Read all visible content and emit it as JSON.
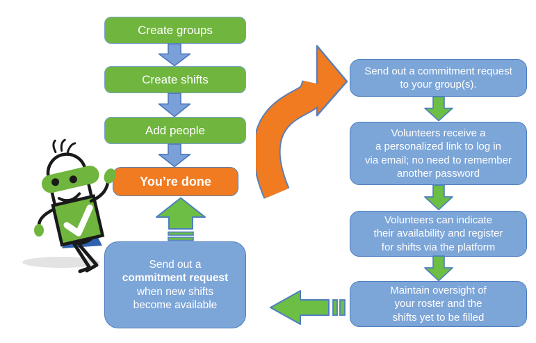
{
  "palette": {
    "green": "#6FB53E",
    "green_border": "#7AA0CC",
    "green_arrow": "#6CBE45",
    "green_arrow_border": "#4D7EBF",
    "blue_box": "#7CA5D8",
    "blue_border": "#4D7EBF",
    "blue_arrow": "#7B9FD8",
    "blue_arrow_border": "#4A78BB",
    "orange": "#F07B21",
    "orange_border": "#5B7FB5",
    "text_white": "#FFFFFF",
    "cape_blue": "#2E62AE",
    "outline_black": "#1A1A1A",
    "shadow_gray": "#D9D9D9"
  },
  "icons": {
    "down_arrow": "block-arrow-down",
    "up_striped_arrow": "block-arrow-up-with-stripes",
    "left_striped_arrow": "block-arrow-left-with-stripes",
    "curved_arrow": "s-curved-block-arrow-right",
    "mascot": "cartoon-character-with-checkmark-body"
  },
  "left_flow": {
    "steps": [
      {
        "label": "Create groups"
      },
      {
        "label": "Create shifts"
      },
      {
        "label": "Add people"
      },
      {
        "label": "You’re done"
      }
    ],
    "loop_box": {
      "lines": [
        "Send out a",
        "commitment request",
        "when new shifts",
        "become available"
      ]
    }
  },
  "right_flow": {
    "steps": [
      {
        "lines": [
          "Send out a commitment request",
          "to your group(s)."
        ]
      },
      {
        "lines": [
          "Volunteers receive a",
          "a personalized link to log in",
          "via email; no need to remember",
          "another password"
        ]
      },
      {
        "lines": [
          "Volunteers can indicate",
          "their availability and register",
          "for shifts via the platform"
        ]
      },
      {
        "lines": [
          "Maintain oversight of",
          "your roster and the",
          "shifts yet to be filled"
        ]
      }
    ]
  }
}
